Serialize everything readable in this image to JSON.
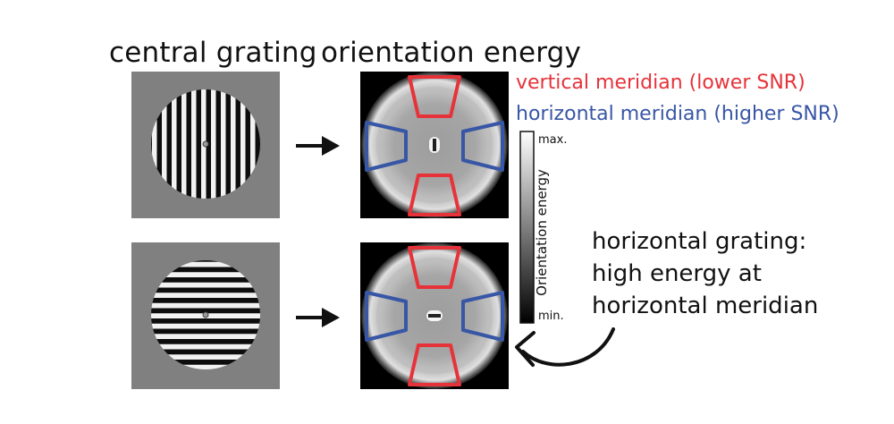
{
  "headings": {
    "stimulus": "central grating",
    "energy": "orientation energy"
  },
  "legend": {
    "vertical": "vertical meridian (lower SNR)",
    "horizontal": "horizontal meridian (higher SNR)",
    "vertical_color": "#e6333a",
    "horizontal_color": "#3856a6"
  },
  "colorbar": {
    "title": "Orientation energy",
    "max_label": "max.",
    "min_label": "min."
  },
  "annotation": {
    "line1": "horizontal grating:",
    "line2": "high energy at",
    "line3": "horizontal meridian"
  },
  "rows": [
    {
      "grating_orientation": "vertical"
    },
    {
      "grating_orientation": "horizontal"
    }
  ],
  "icons": {
    "arrow": "right-arrow-icon",
    "curved_arrow": "curved-arrow-icon"
  }
}
